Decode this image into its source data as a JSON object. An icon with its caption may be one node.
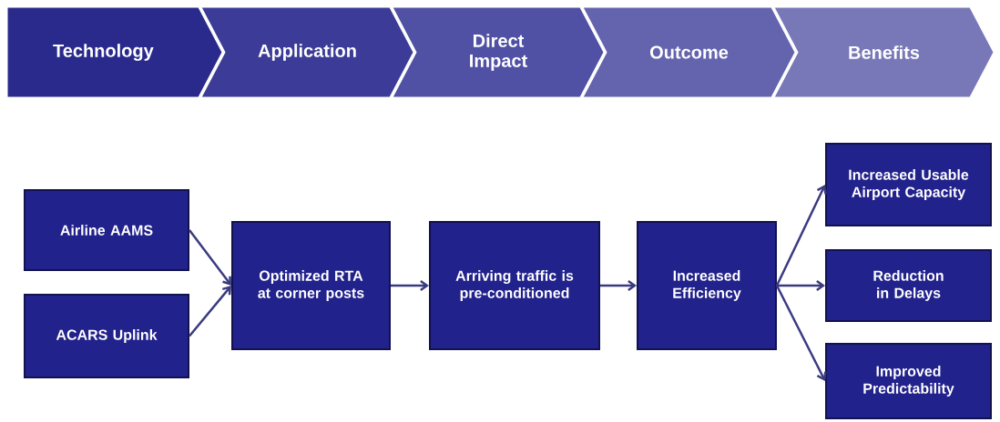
{
  "diagram": {
    "nodes": [
      {
        "text": [
          "Technology"
        ]
      },
      {
        "text": [
          "Application"
        ]
      },
      {
        "text": [
          "Direct Impact"
        ]
      },
      {
        "text": [
          "Outcome"
        ]
      },
      {
        "text": [
          "Benefits"
        ]
      },
      {
        "text": [
          "Airline AAMS"
        ]
      },
      {
        "text": [
          "ACARS Uplink"
        ]
      },
      {
        "text": [
          "Optimized RTA at corner posts"
        ]
      },
      {
        "text": [
          "Arriving traffic is pre-conditioned"
        ]
      },
      {
        "text": [
          "Increased Efficiency"
        ]
      },
      {
        "text": [
          "Increased Usable Airport Capacity"
        ]
      },
      {
        "text": [
          "Reduction in Delays"
        ]
      },
      {
        "text": [
          "Improved Predictability"
        ]
      }
    ],
    "edges": [
      {
        "from": 5,
        "to": 7,
        "arrow": "to"
      },
      {
        "from": 6,
        "to": 7,
        "arrow": "to"
      },
      {
        "from": 7,
        "to": 8,
        "arrow": "to"
      },
      {
        "from": 8,
        "to": 9,
        "arrow": "to"
      },
      {
        "from": 9,
        "to": 10,
        "arrow": "to"
      },
      {
        "from": 9,
        "to": 11,
        "arrow": "to"
      },
      {
        "from": 9,
        "to": 12,
        "arrow": "to"
      }
    ]
  }
}
